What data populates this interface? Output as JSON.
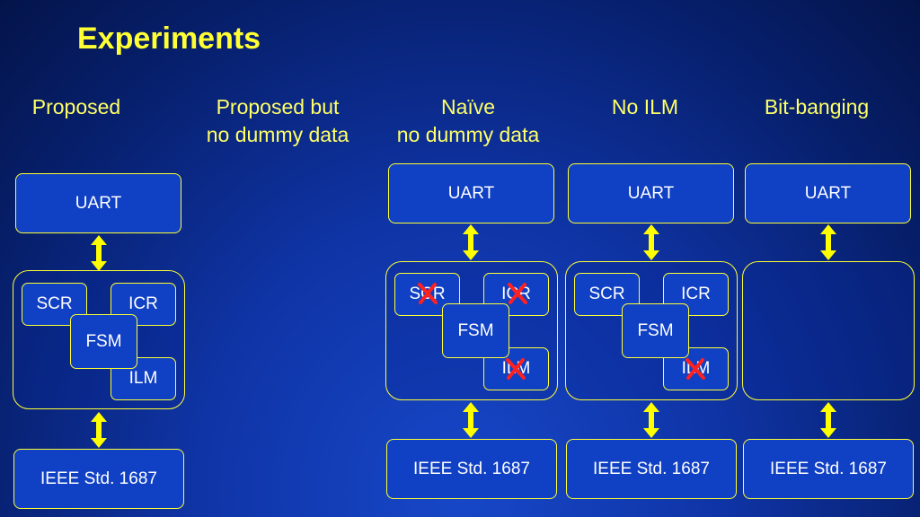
{
  "title": "Experiments",
  "columns": [
    {
      "label_lines": [
        "Proposed"
      ]
    },
    {
      "label_lines": [
        "Proposed but",
        "no dummy data"
      ]
    },
    {
      "label_lines": [
        "Naïve",
        "no dummy data"
      ]
    },
    {
      "label_lines": [
        "No ILM"
      ]
    },
    {
      "label_lines": [
        "Bit-banging"
      ]
    }
  ],
  "blocks": {
    "uart": "UART",
    "ieee": "IEEE Std. 1687",
    "scr": "SCR",
    "icr": "ICR",
    "fsm": "FSM",
    "ilm": "ILM"
  },
  "colors": {
    "accent": "#ffff33",
    "box_fill": "#1040c4",
    "cross": "#ff2020"
  },
  "icons": {
    "arrow": "double-arrow-vertical",
    "cross": "x-mark"
  }
}
